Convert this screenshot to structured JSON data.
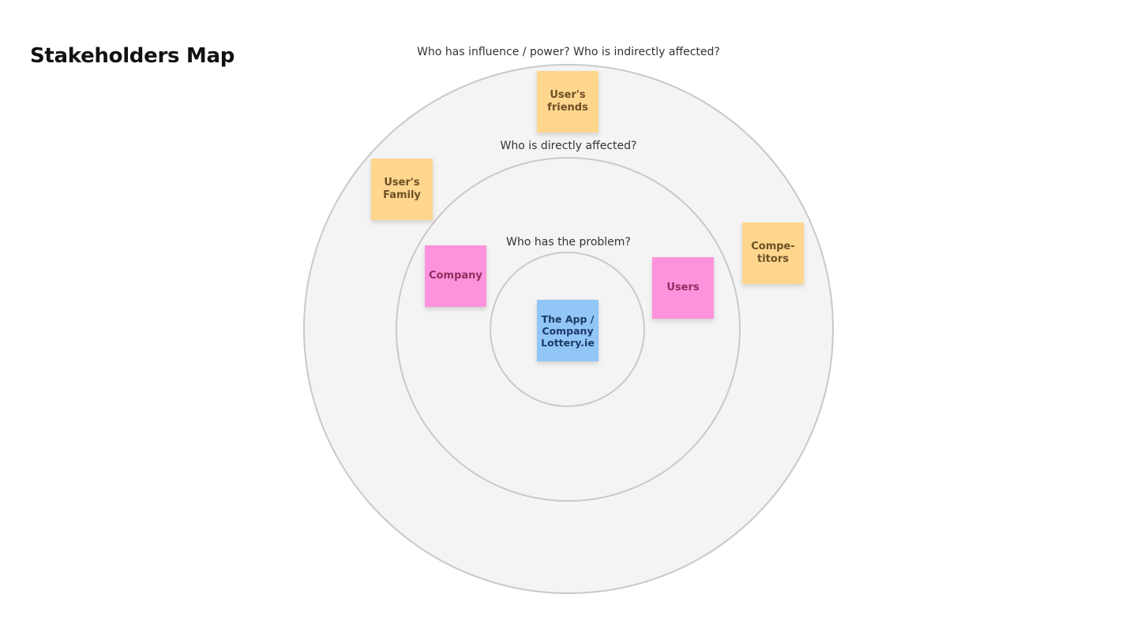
{
  "page": {
    "title": "Stakeholders Map"
  },
  "rings": {
    "outer_label": "Who has influence / power? Who is indirectly affected?",
    "middle_label": "Who is directly affected?",
    "inner_label": "Who has the problem?"
  },
  "notes": {
    "friends": "User's friends",
    "family": "User's Family",
    "competitors": "Compe-titors",
    "company": "Company",
    "users": "Users",
    "app": "The App / Company Lottery.ie"
  },
  "colors": {
    "orange_note": "#ffd68e",
    "pink_note": "#ff92dc",
    "blue_note": "#91c6f6",
    "ring_fill": "#f4f4f4",
    "ring_border": "#c9c9c9"
  }
}
